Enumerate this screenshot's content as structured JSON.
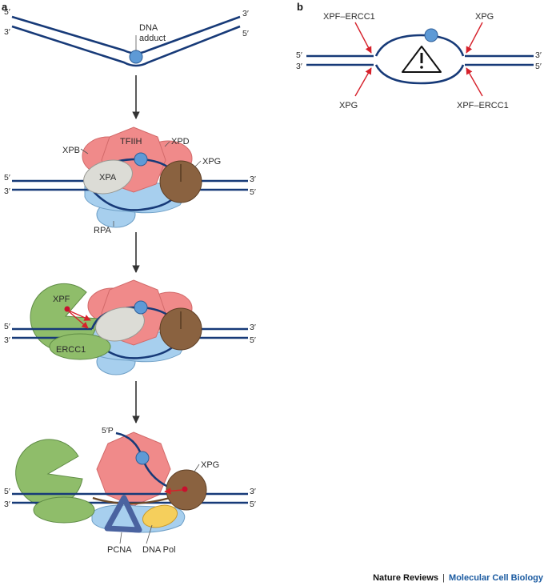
{
  "panels": {
    "a": "a",
    "b": "b"
  },
  "ends": {
    "five": "5′",
    "three": "3′",
    "five_p": "5′P"
  },
  "colors": {
    "dna": "#173a78",
    "adduct": "#5e9ad6",
    "tfiih": "#f08a8a",
    "xpa": "#dcdcd6",
    "xpg": "#8a6240",
    "rpa": "#a7cfee",
    "xpf": "#8fbd6a",
    "pcna": "#4a63a0",
    "dna_pol": "#f5cf5c",
    "arrow": "#d6212b",
    "incision": "#c8102e"
  },
  "step1": {
    "adduct_label_line1": "DNA",
    "adduct_label_line2": "adduct"
  },
  "step2": {
    "xpb": "XPB",
    "tfiih": "TFIIH",
    "xpd": "XPD",
    "xpa": "XPA",
    "xpg": "XPG",
    "rpa": "RPA"
  },
  "step3": {
    "xpf": "XPF",
    "ercc1": "ERCC1"
  },
  "step4": {
    "xpg": "XPG",
    "pcna": "PCNA",
    "dna_pol": "DNA Pol"
  },
  "panel_b": {
    "top_left": "XPF–ERCC1",
    "top_right": "XPG",
    "bottom_left": "XPG",
    "bottom_right": "XPF–ERCC1",
    "warning_icon": "warning-triangle-icon"
  },
  "footer": {
    "publisher": "Nature Reviews",
    "separator": "|",
    "journal": "Molecular Cell Biology"
  }
}
